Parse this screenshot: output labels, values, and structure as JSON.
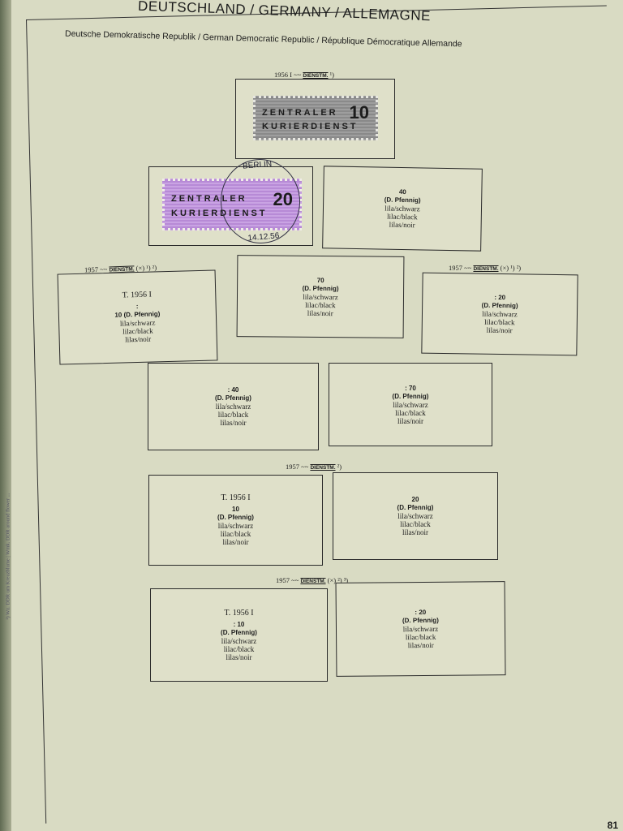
{
  "header": {
    "title": "DEUTSCHLAND / GERMANY / ALLEMAGNE",
    "subtitle": "Deutsche Demokratische Republik / German Democratic Republic / République Démocratique Allemande"
  },
  "labels": [
    {
      "pre": "1956 I ~~ ",
      "dm": "DIENSTM.",
      "post": " ¹)"
    },
    {
      "pre": "1957 ~~ ",
      "dm": "DIENSTM.",
      "post": " (×) ¹) ²)"
    },
    {
      "pre": "1957 ~~ ",
      "dm": "DIENSTM.",
      "post": " (×) ¹) ²)"
    },
    {
      "pre": "1957 ~~ ",
      "dm": "DIENSTM.",
      "post": " ²)"
    },
    {
      "pre": "1957 ~~ ",
      "dm": "DIENSTM.",
      "post": " (×) ²) ³)"
    }
  ],
  "stamps": [
    {
      "line1": "ZENTRALER",
      "line2": "KURIERDIENST",
      "value": "10",
      "color": "#8f8f8f"
    },
    {
      "line1": "ZENTRALER",
      "line2": "KURIERDIENST",
      "value": "20",
      "color": "#bf95dc",
      "postmark": {
        "city": "BERLIN",
        "date": "14.12.56"
      }
    }
  ],
  "boxes": [
    {
      "t": "",
      "lines": [
        "40",
        "(D. Pfennig)",
        "lila/schwarz",
        "lilac/black",
        "lilas/noir"
      ]
    },
    {
      "t": "T. 1956 I",
      "lines": [
        ":",
        "10 (D. Pfennig)",
        "lila/schwarz",
        "lilac/black",
        "lilas/noir"
      ]
    },
    {
      "t": "",
      "lines": [
        "70",
        "(D. Pfennig)",
        "lila/schwarz",
        "lilac/black",
        "lilas/noir"
      ]
    },
    {
      "t": "",
      "lines": [
        ": 20",
        "(D. Pfennig)",
        "lila/schwarz",
        "lilac/black",
        "lilas/noir"
      ]
    },
    {
      "t": "",
      "lines": [
        ": 40",
        "(D. Pfennig)",
        "lila/schwarz",
        "lilac/black",
        "lilas/noir"
      ]
    },
    {
      "t": "",
      "lines": [
        ": 70",
        "(D. Pfennig)",
        "lila/schwarz",
        "lilac/black",
        "lilas/noir"
      ]
    },
    {
      "t": "T. 1956 I",
      "lines": [
        "10",
        "(D. Pfennig)",
        "lila/schwarz",
        "lilac/black",
        "lilas/noir"
      ]
    },
    {
      "t": "",
      "lines": [
        "20",
        "(D. Pfennig)",
        "lila/schwarz",
        "lilac/black",
        "lilas/noir"
      ]
    },
    {
      "t": "T. 1956 I",
      "lines": [
        ": 10",
        "(D. Pfennig)",
        "lila/schwarz",
        "lilac/black",
        "lilas/noir"
      ]
    },
    {
      "t": "",
      "lines": [
        ": 20",
        "(D. Pfennig)",
        "lila/schwarz",
        "lilac/black",
        "lilas/noir"
      ]
    }
  ],
  "footnote": "²) Wz. DDR um Kreuzblume | Wmk. DDR around flower ...",
  "page_number": "81"
}
